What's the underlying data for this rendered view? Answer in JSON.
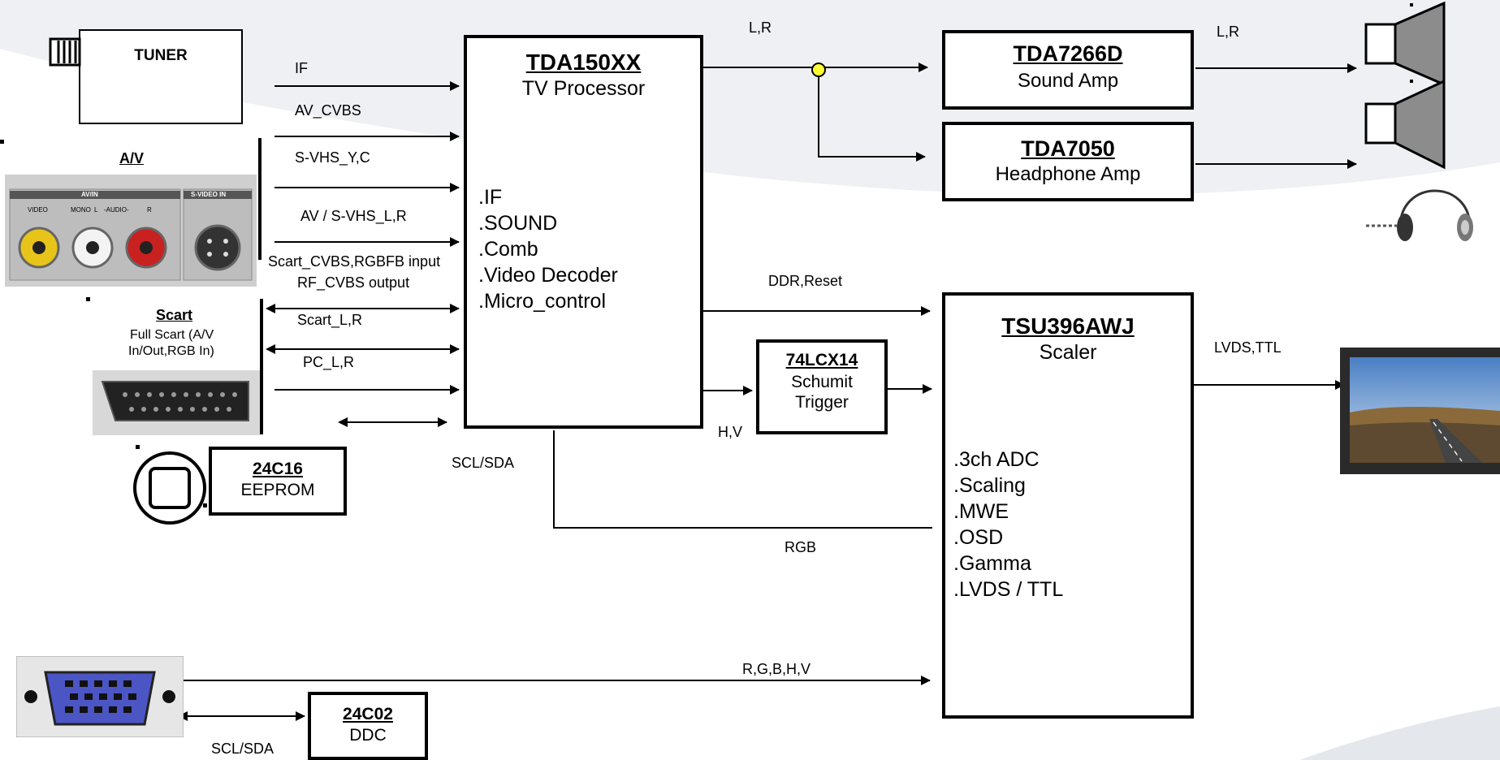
{
  "tuner": {
    "label": "TUNER"
  },
  "av_panel": {
    "title": "A/V",
    "header_left": "AV/IN",
    "header_right": "S-VIDEO IN",
    "jack_video": "VIDEO",
    "jack_mono": "MONO",
    "jack_l": "L",
    "jack_audio": "-AUDIO-",
    "jack_r": "R"
  },
  "scart": {
    "title": "Scart",
    "desc_line1": "Full Scart (A/V",
    "desc_line2": "In/Out,RGB In)"
  },
  "signals": {
    "if": "IF",
    "av_cvbs": "AV_CVBS",
    "svhs_yc": "S-VHS_Y,C",
    "av_svhs_lr": "AV / S-VHS_L,R",
    "scart_cvbs": "Scart_CVBS,RGBFB input",
    "rf_cvbs": "RF_CVBS output",
    "scart_lr": "Scart_L,R",
    "pc_lr": "PC_L,R",
    "scl_sda_1": "SCL/SDA",
    "lr_top": "L,R",
    "lr_speaker": "L,R",
    "ddr_reset": "DDR,Reset",
    "hv": "H,V",
    "rgb": "RGB",
    "lvds_ttl": "LVDS,TTL",
    "rgbhv": "R,G,B,H,V",
    "scl_sda_2": "SCL/SDA"
  },
  "tda150": {
    "title": "TDA150XX",
    "subtitle": "TV Processor",
    "features": [
      ".IF",
      ".SOUND",
      ".Comb",
      ".Video Decoder",
      ".Micro_control"
    ]
  },
  "tda7266": {
    "title": "TDA7266D",
    "subtitle": "Sound Amp"
  },
  "tda7050": {
    "title": "TDA7050",
    "subtitle": "Headphone Amp"
  },
  "lcx14": {
    "title": "74LCX14",
    "line1": "Schumit",
    "line2": "Trigger"
  },
  "tsu396": {
    "title": "TSU396AWJ",
    "subtitle": "Scaler",
    "features": [
      ".3ch ADC",
      ".Scaling",
      ".MWE",
      ".OSD",
      ".Gamma",
      ".LVDS / TTL"
    ]
  },
  "eeprom": {
    "title": "24C16",
    "subtitle": "EEPROM"
  },
  "ddc": {
    "title": "24C02",
    "subtitle": "DDC"
  }
}
